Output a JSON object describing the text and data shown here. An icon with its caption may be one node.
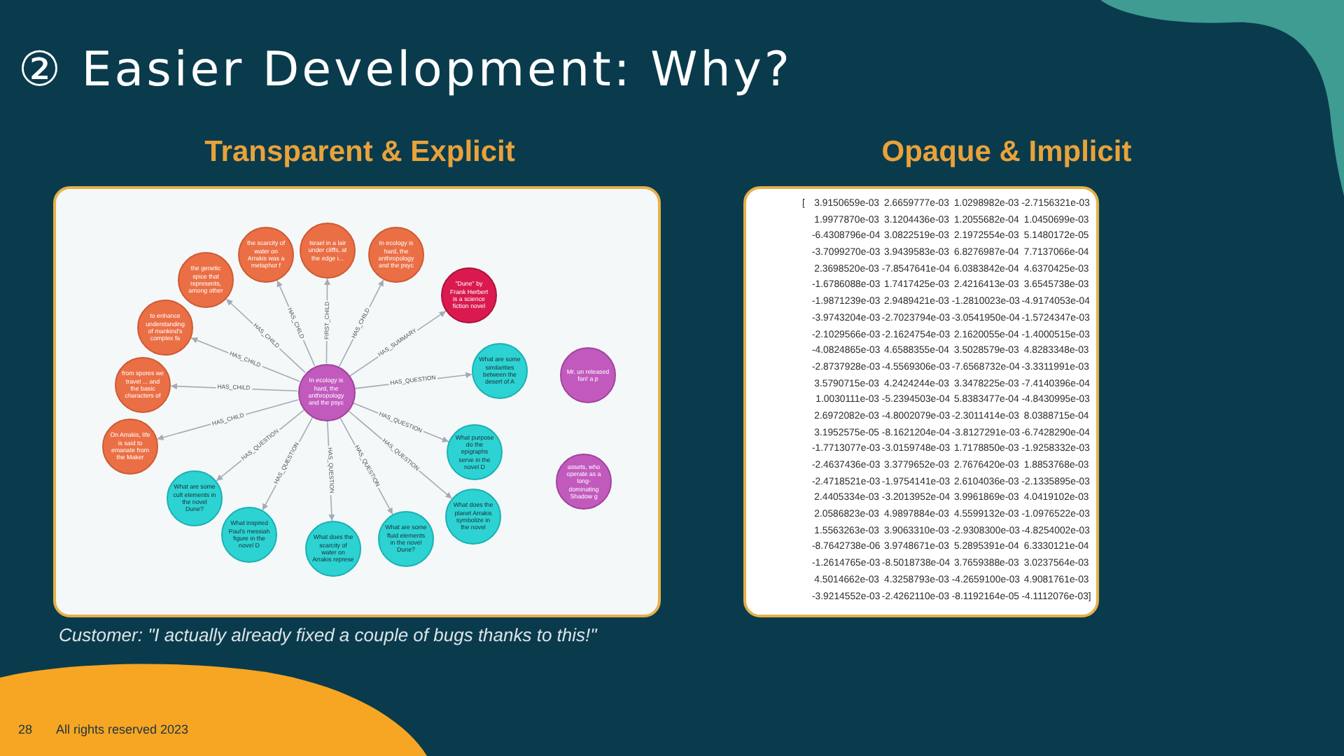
{
  "diagram": {
    "title": "② Easier Development: Why?",
    "nodes": [
      {
        "text": [
          "Transparent & Explicit"
        ]
      },
      {
        "text": [
          "In ecology is hard, the anthropology and the psyc"
        ],
        "in": 0
      },
      {
        "text": [
          "the scarcity of water on Arrakis was a metaphor f"
        ],
        "in": 0
      },
      {
        "text": [
          "Israel in a lair under cliffs, at the edge i..."
        ],
        "in": 0
      },
      {
        "text": [
          "In ecology is hard, the anthropology and the psyc"
        ],
        "in": 0
      },
      {
        "text": [
          "the genetic spice that represents, among other"
        ],
        "in": 0
      },
      {
        "text": [
          "\"Dune\" by Frank Herbert is a science fiction novel"
        ],
        "in": 0
      },
      {
        "text": [
          "to enhance understanding of mankind's complex fa"
        ],
        "in": 0
      },
      {
        "text": [
          "What are some similarities between the desert of A"
        ],
        "in": 0
      },
      {
        "text": [
          "from spores we travel ... and the basic characters of"
        ],
        "in": 0
      },
      {
        "text": [
          "Mr. un released fan! a p"
        ],
        "in": 0
      },
      {
        "text": [
          "On Arrakis, life is said to emanate from the Maker"
        ],
        "in": 0
      },
      {
        "text": [
          "What purpose do the epigraphs serve in the novel D"
        ],
        "in": 0
      },
      {
        "text": [
          "assets, who operate as a long-dominating Shadow g"
        ],
        "in": 0
      },
      {
        "text": [
          "What are some cult elements in the novel Dune?"
        ],
        "in": 0
      },
      {
        "text": [
          "What does the planet Arrakis symbolize in the novel"
        ],
        "in": 0
      },
      {
        "text": [
          "What inspired Paul's messiah figure in the novel D"
        ],
        "in": 0
      },
      {
        "text": [
          "What are some fluid elements in the novel Dune?"
        ],
        "in": 0
      },
      {
        "text": [
          "What does the scarcity of water on Arrakis represe"
        ],
        "in": 0
      },
      {
        "text": [
          "Opaque & Implicit",
          "[ 3.9150659e-03 2.6659777e-03 1.0298982e-03 -2.7156321e-03",
          "1.9977870e-03 3.1204436e-03 1.2055682e-04 1.0450699e-03",
          "-6.4308796e-04 3.0822519e-03 2.1972554e-03 5.1480172e-05",
          "-3.7099270e-03 3.9439583e-03 6.8276987e-04 7.7137066e-04",
          "2.3698520e-03 -7.8547641e-04 6.0383842e-04 4.6370425e-03",
          "-1.6786088e-03 1.7417425e-03 2.4216413e-03 3.6545738e-03",
          "-1.9871239e-03 2.9489421e-03 -1.2810023e-03 -4.9174053e-04",
          "-3.9743204e-03 -2.7023794e-03 -3.0541950e-04 -1.5724347e-03",
          "-2.1029566e-03 -2.1624754e-03 2.1620055e-04 -1.4000515e-03",
          "-4.0824865e-03 4.6588355e-04 3.5028579e-03 4.8283348e-03",
          "-2.8737928e-03 -4.5569306e-03 -7.6568732e-04 -3.3311991e-03",
          "3.5790715e-03 4.2424244e-03 3.3478225e-03 -7.4140396e-04",
          "1.0030111e-03 -5.2394503e-04 5.8383477e-04 -4.8430995e-03",
          "2.6972082e-03 -4.8002079e-03 -2.3011414e-03 8.0388715e-04",
          "3.1952575e-05 -8.1621204e-04 -3.8127291e-03 -6.7428290e-04",
          "-1.7713077e-03 -3.0159748e-03 1.7178850e-03 -1.9258332e-03",
          "-2.4637436e-03 3.3779652e-03 2.7676420e-03 1.8853768e-03",
          "-2.4718521e-03 -1.9754141e-03 2.6104036e-03 -2.1335895e-03",
          "2.4405334e-03 -3.2013952e-04 3.9961869e-03 4.0419102e-03",
          "2.0586823e-03 4.9897884e-03 4.5599132e-03 -1.0976522e-03",
          "1.5563263e-03 3.9063310e-03 -2.9308300e-03 -4.8254002e-03",
          "-8.7642738e-06 3.9748671e-03 5.2895391e-04 6.3330121e-04",
          "-1.2614765e-03 -8.5018738e-04 3.7659388e-03 3.0237564e-03",
          "4.5014662e-03 4.3258793e-03 -4.2659100e-03 4.9081761e-03",
          "-3.9214552e-03 -2.4262110e-03 -8.1192164e-05 -4.1112076e-03]"
        ]
      }
    ],
    "edges": [
      {
        "from": 1,
        "to": 2,
        "arrow": "to",
        "label": "HAS_CHILD"
      },
      {
        "from": 1,
        "to": 3,
        "arrow": "to",
        "label": "FIRST_CHILD"
      },
      {
        "from": 1,
        "to": 4,
        "arrow": "to",
        "label": "HAS_CHILD"
      },
      {
        "from": 1,
        "to": 5,
        "arrow": "to",
        "label": "HAS_CHILD"
      },
      {
        "from": 1,
        "to": 6,
        "arrow": "to",
        "label": "HAS_SUMMARY"
      },
      {
        "from": 1,
        "to": 7,
        "arrow": "to",
        "label": "HAS_CHILD"
      },
      {
        "from": 1,
        "to": 8,
        "arrow": "to",
        "label": "HAS_QUESTION"
      },
      {
        "from": 1,
        "to": 9,
        "arrow": "to",
        "label": "HAS_CHILD"
      },
      {
        "from": 1,
        "to": 11,
        "arrow": "to",
        "label": "HAS_CHILD"
      },
      {
        "from": 1,
        "to": 12,
        "arrow": "to",
        "label": "HAS_QUESTION"
      },
      {
        "from": 1,
        "to": 14,
        "arrow": "to",
        "label": "HAS_QUESTION"
      },
      {
        "from": 1,
        "to": 15,
        "arrow": "to",
        "label": "HAS_QUESTION"
      },
      {
        "from": 1,
        "to": 16,
        "arrow": "to",
        "label": "HAS_QUESTION"
      },
      {
        "from": 1,
        "to": 17,
        "arrow": "to",
        "label": "HAS_QUESTION"
      },
      {
        "from": 1,
        "to": 18,
        "arrow": "to",
        "label": "HAS_QUESTION"
      }
    ],
    "labels": [
      "Customer: \"I actually already fixed a couple of bugs thanks to this!\"",
      "28",
      "All rights reserved 2023"
    ]
  }
}
